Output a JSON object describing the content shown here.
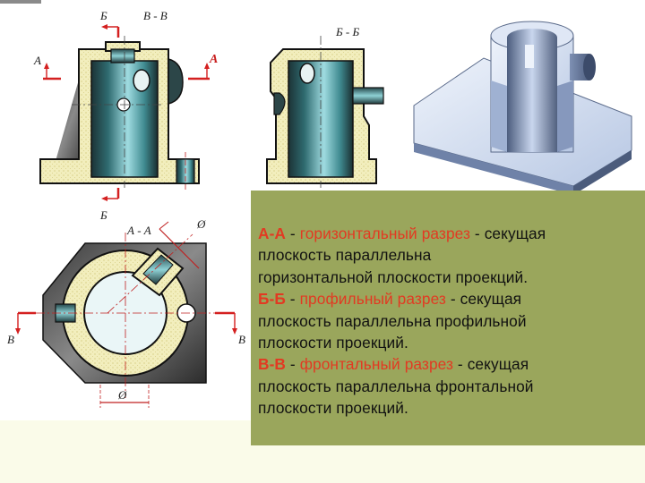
{
  "labels": {
    "cut_b_top": "Б",
    "cut_b_bottom": "Б",
    "vv_title": "В - В",
    "a_left": "А",
    "a_right": "А",
    "bb_title": "Б - Б",
    "aa_title": "А - А",
    "diameter_top": "Ø",
    "diameter_bottom": "Ø",
    "v_left": "В",
    "v_right": "В"
  },
  "sections": [
    {
      "code": "А-А",
      "name": "горизонтальный разрез",
      "line1_rest": " - секущая",
      "line2": "плоскость параллельна",
      "line3": "горизонтальной плоскости проекций."
    },
    {
      "code": "Б-Б",
      "name": "профильный разрез",
      "line1_rest": " - секущая",
      "line2": "плоскость параллельна профильной",
      "line3": "плоскости проекций."
    },
    {
      "code": "В-В",
      "name": "фронтальный разрез",
      "line1_rest": " - секущая",
      "line2": "плоскость параллельна фронтальной",
      "line3": "плоскости проекций."
    }
  ],
  "colors": {
    "hatch_fill": "#f2eebd",
    "bore_dark": "#1f3a3c",
    "bore_light": "#8fd2d6",
    "cut_line": "#d42020",
    "panel_olive": "#9aa65c",
    "section_name_red": "#e23a22"
  }
}
